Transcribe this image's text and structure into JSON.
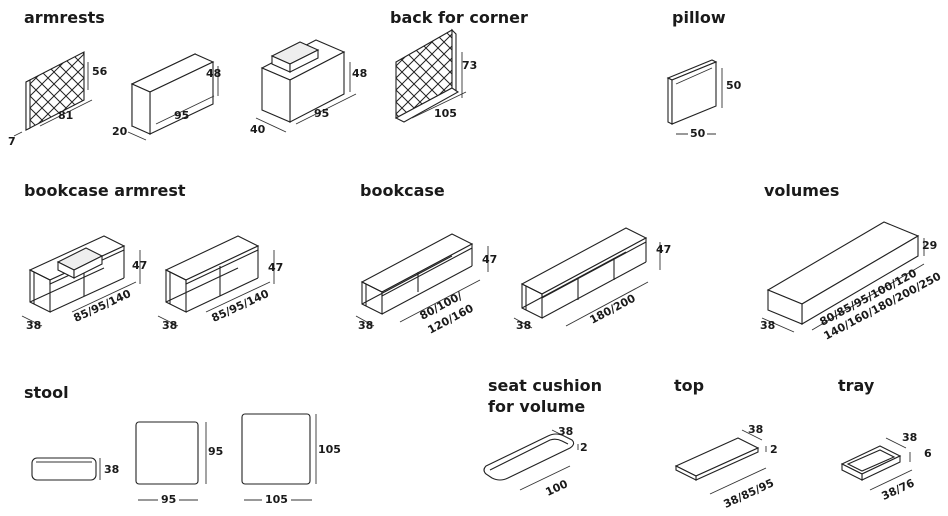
{
  "sections": {
    "armrests": "armrests",
    "back_for_corner": "back for corner",
    "pillow": "pillow",
    "bookcase_armrest": "bookcase armrest",
    "bookcase": "bookcase",
    "volumes": "volumes",
    "stool": "stool",
    "seat_cushion_line1": "seat cushion",
    "seat_cushion_line2": "for volume",
    "top": "top",
    "tray": "tray"
  },
  "dims": {
    "armrest_quilted": {
      "height": "56",
      "width": "81",
      "depth": "7"
    },
    "armrest_box": {
      "height": "48",
      "width": "95",
      "depth": "20"
    },
    "armrest_tray": {
      "height": "48",
      "width": "95",
      "depth": "40"
    },
    "back_corner": {
      "height": "73",
      "width": "105"
    },
    "pillow": {
      "height": "50",
      "width": "50"
    },
    "bookcase_armrest_a": {
      "height": "47",
      "width": "85/95/140",
      "depth": "38"
    },
    "bookcase_armrest_b": {
      "height": "47",
      "width": "85/95/140",
      "depth": "38"
    },
    "bookcase_a": {
      "height": "47",
      "width_line1": "80/100/",
      "width_line2": "120/160",
      "depth": "38"
    },
    "bookcase_b": {
      "height": "47",
      "width": "180/200",
      "depth": "38"
    },
    "volumes": {
      "height": "29",
      "width_line1": "80/85/95/100/120",
      "width_line2": "140/160/180/200/250",
      "depth": "38"
    },
    "stool_side": {
      "height": "38"
    },
    "stool_small": {
      "height": "95",
      "width": "95"
    },
    "stool_large": {
      "height": "105",
      "width": "105"
    },
    "seat_cushion": {
      "depth": "38",
      "height": "2",
      "width": "100"
    },
    "top": {
      "depth": "38",
      "height": "2",
      "width": "38/85/95"
    },
    "tray": {
      "depth": "38",
      "height": "6",
      "width": "38/76"
    }
  }
}
